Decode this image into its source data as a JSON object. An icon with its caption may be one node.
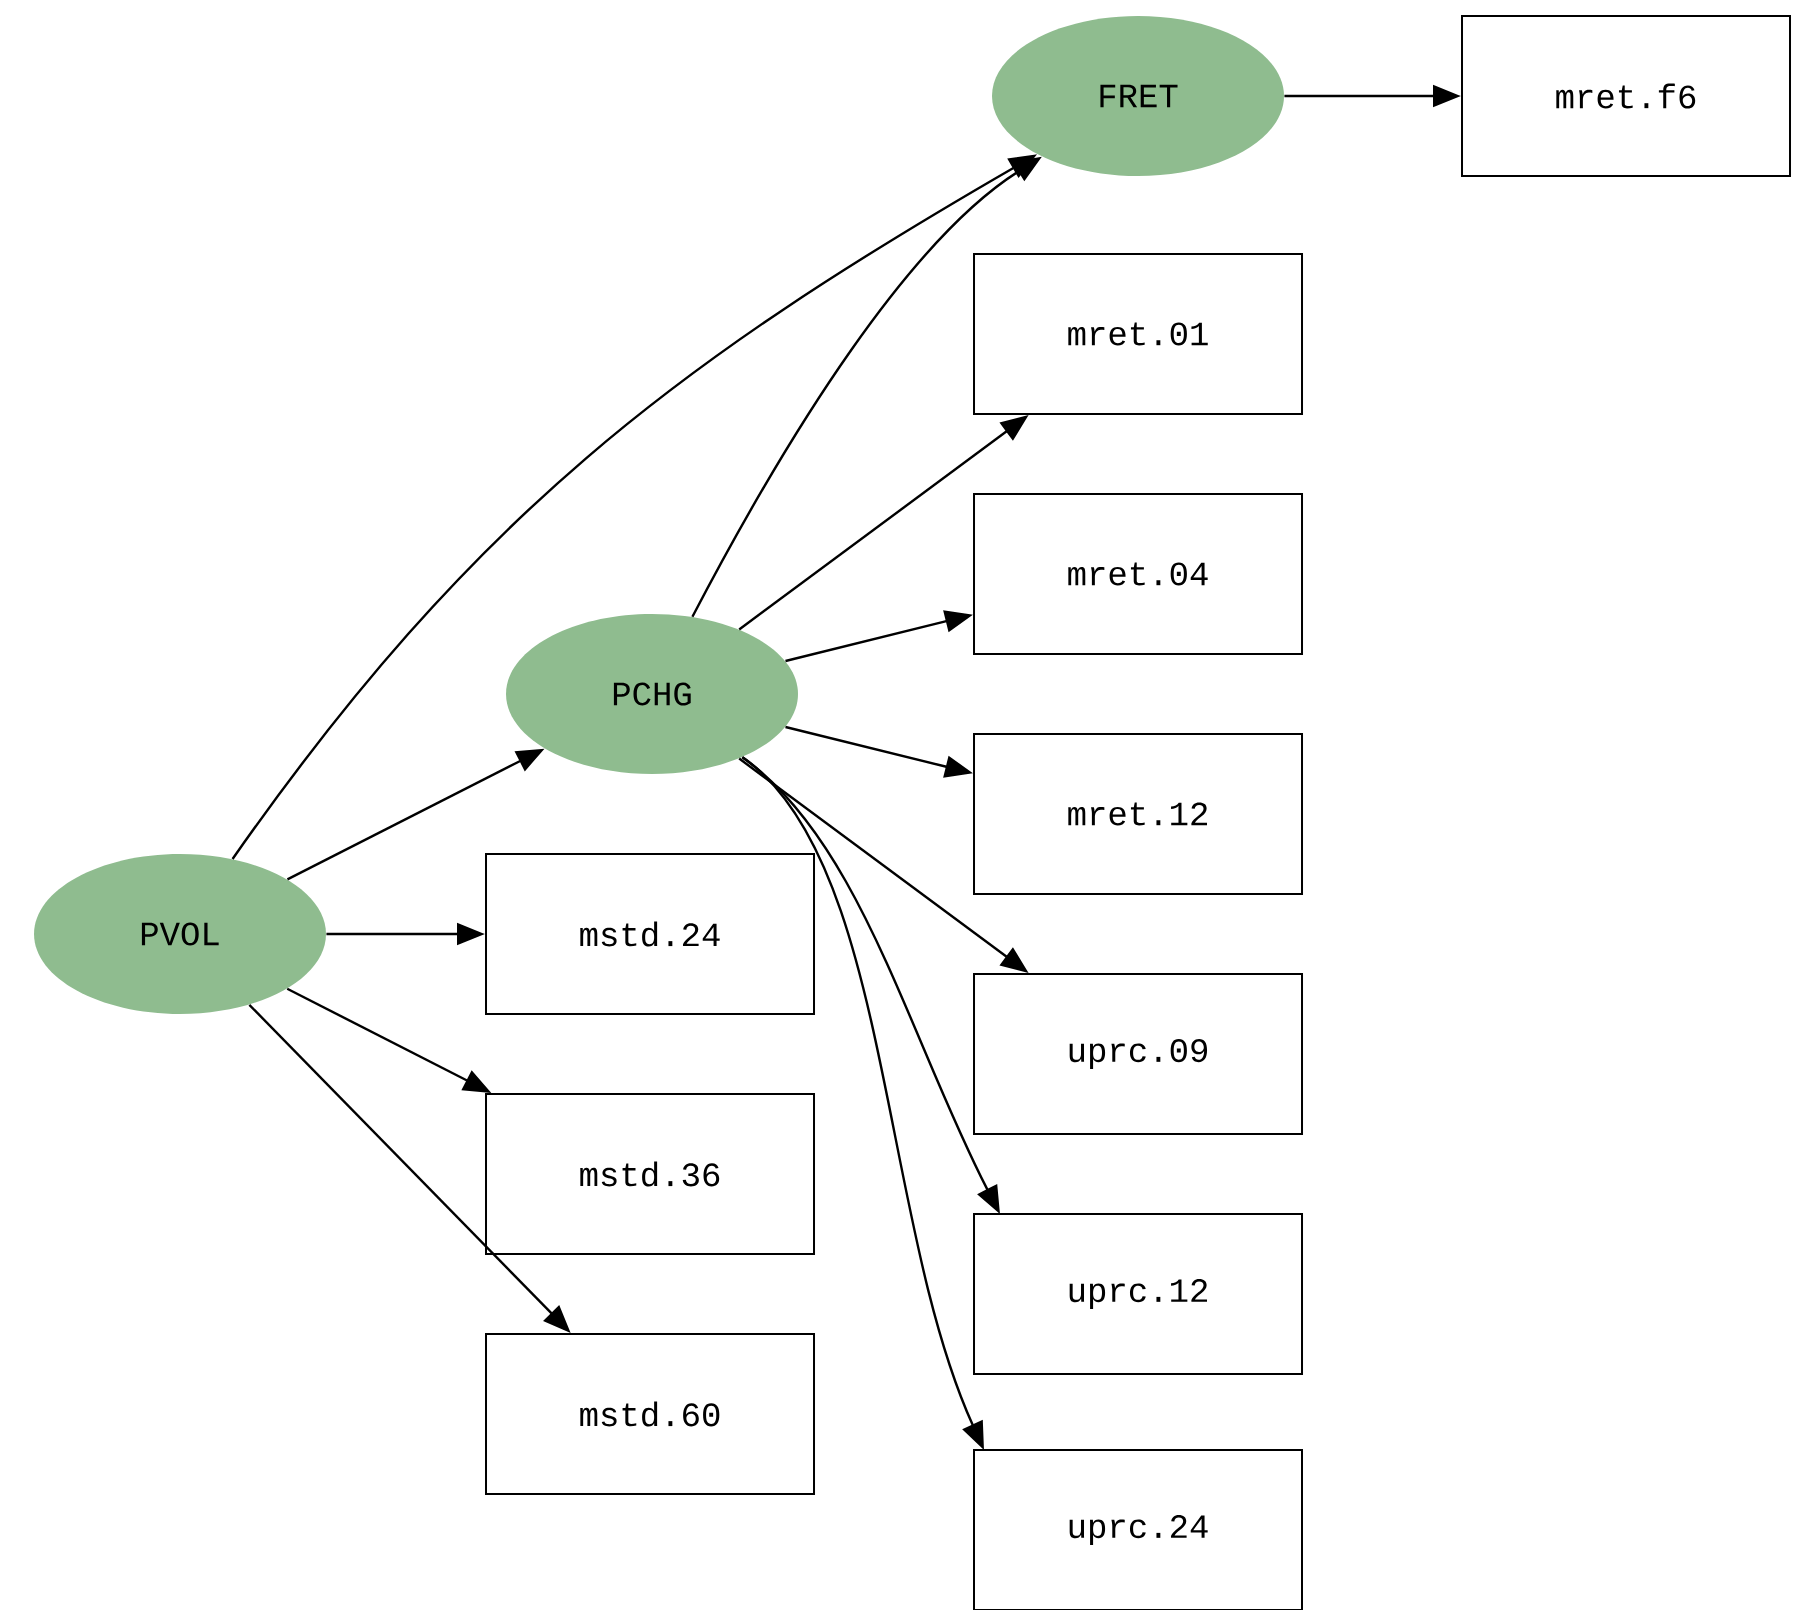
{
  "diagram": {
    "nodes": [
      {
        "text": [
          "PVOL"
        ]
      },
      {
        "text": [
          "PCHG"
        ]
      },
      {
        "text": [
          "FRET"
        ]
      },
      {
        "text": [
          "mret.f6"
        ]
      },
      {
        "text": [
          "mret.01"
        ]
      },
      {
        "text": [
          "mret.04"
        ]
      },
      {
        "text": [
          "mret.12"
        ]
      },
      {
        "text": [
          "uprc.09"
        ]
      },
      {
        "text": [
          "uprc.12"
        ]
      },
      {
        "text": [
          "uprc.24"
        ]
      },
      {
        "text": [
          "mstd.24"
        ]
      },
      {
        "text": [
          "mstd.36"
        ]
      },
      {
        "text": [
          "mstd.60"
        ]
      }
    ],
    "edges": [
      {
        "from": 0,
        "to": 2,
        "arrow": "to"
      },
      {
        "from": 0,
        "to": 1,
        "arrow": "to"
      },
      {
        "from": 0,
        "to": 10,
        "arrow": "to"
      },
      {
        "from": 0,
        "to": 11,
        "arrow": "to"
      },
      {
        "from": 0,
        "to": 12,
        "arrow": "to"
      },
      {
        "from": 1,
        "to": 2,
        "arrow": "to"
      },
      {
        "from": 1,
        "to": 4,
        "arrow": "to"
      },
      {
        "from": 1,
        "to": 5,
        "arrow": "to"
      },
      {
        "from": 1,
        "to": 6,
        "arrow": "to"
      },
      {
        "from": 1,
        "to": 7,
        "arrow": "to"
      },
      {
        "from": 1,
        "to": 8,
        "arrow": "to"
      },
      {
        "from": 1,
        "to": 9,
        "arrow": "to"
      },
      {
        "from": 2,
        "to": 3,
        "arrow": "to"
      }
    ]
  }
}
